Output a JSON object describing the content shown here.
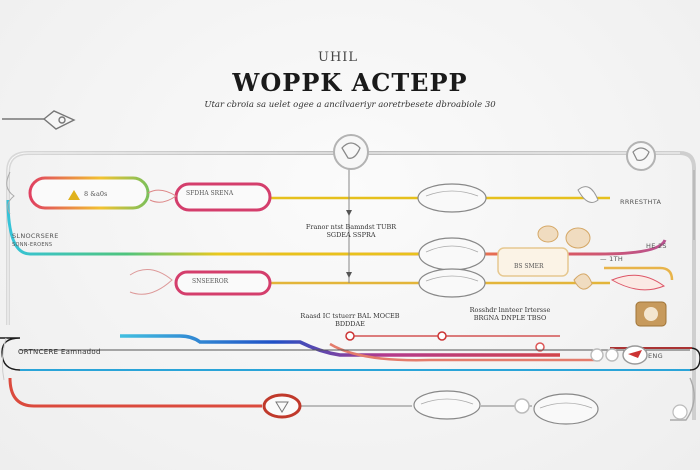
{
  "header": {
    "logo_text": "UHIL",
    "title": "WOPPK ACTEPP",
    "subtitle": "Utar cbroia sa uelet ogee a ancilvaeriyr aoretrbesete dbroabiole 30"
  },
  "labels": {
    "pill_one": "8 &a0s",
    "pill_two": "SFDHA SRENA",
    "left_track_caption": "SLNOCRSERE",
    "left_note": "SQNN-EROENS",
    "center_note_top": "Franor ntst Bamndst TUBR SGDEA SSPRA",
    "center_note_bottom": "Raasd IC tstuerr BAL MOCEB BDDDAE",
    "right_note": "Rosshdr lnnteer Irtersse BRGNA DNPLE TBSO",
    "ellipse_label": "BS SMER",
    "right_label_top": "RRRESTHTA",
    "right_label_mid": "HE 2S",
    "right_label_low": "— 1TH",
    "bottom_left_label": "ORTNCERE  Eamnadod",
    "bottom_right_tag": "ENG",
    "pill_three": "SNSEEROR"
  },
  "colors": {
    "gray_track": "#b9b9b9",
    "yellow": "#e8c21c",
    "magenta": "#d83a6a",
    "cyan": "#33b7d8",
    "green": "#5fc26a",
    "blue": "#1f57c9",
    "red": "#de4b40",
    "gold": "#d9a44a"
  }
}
